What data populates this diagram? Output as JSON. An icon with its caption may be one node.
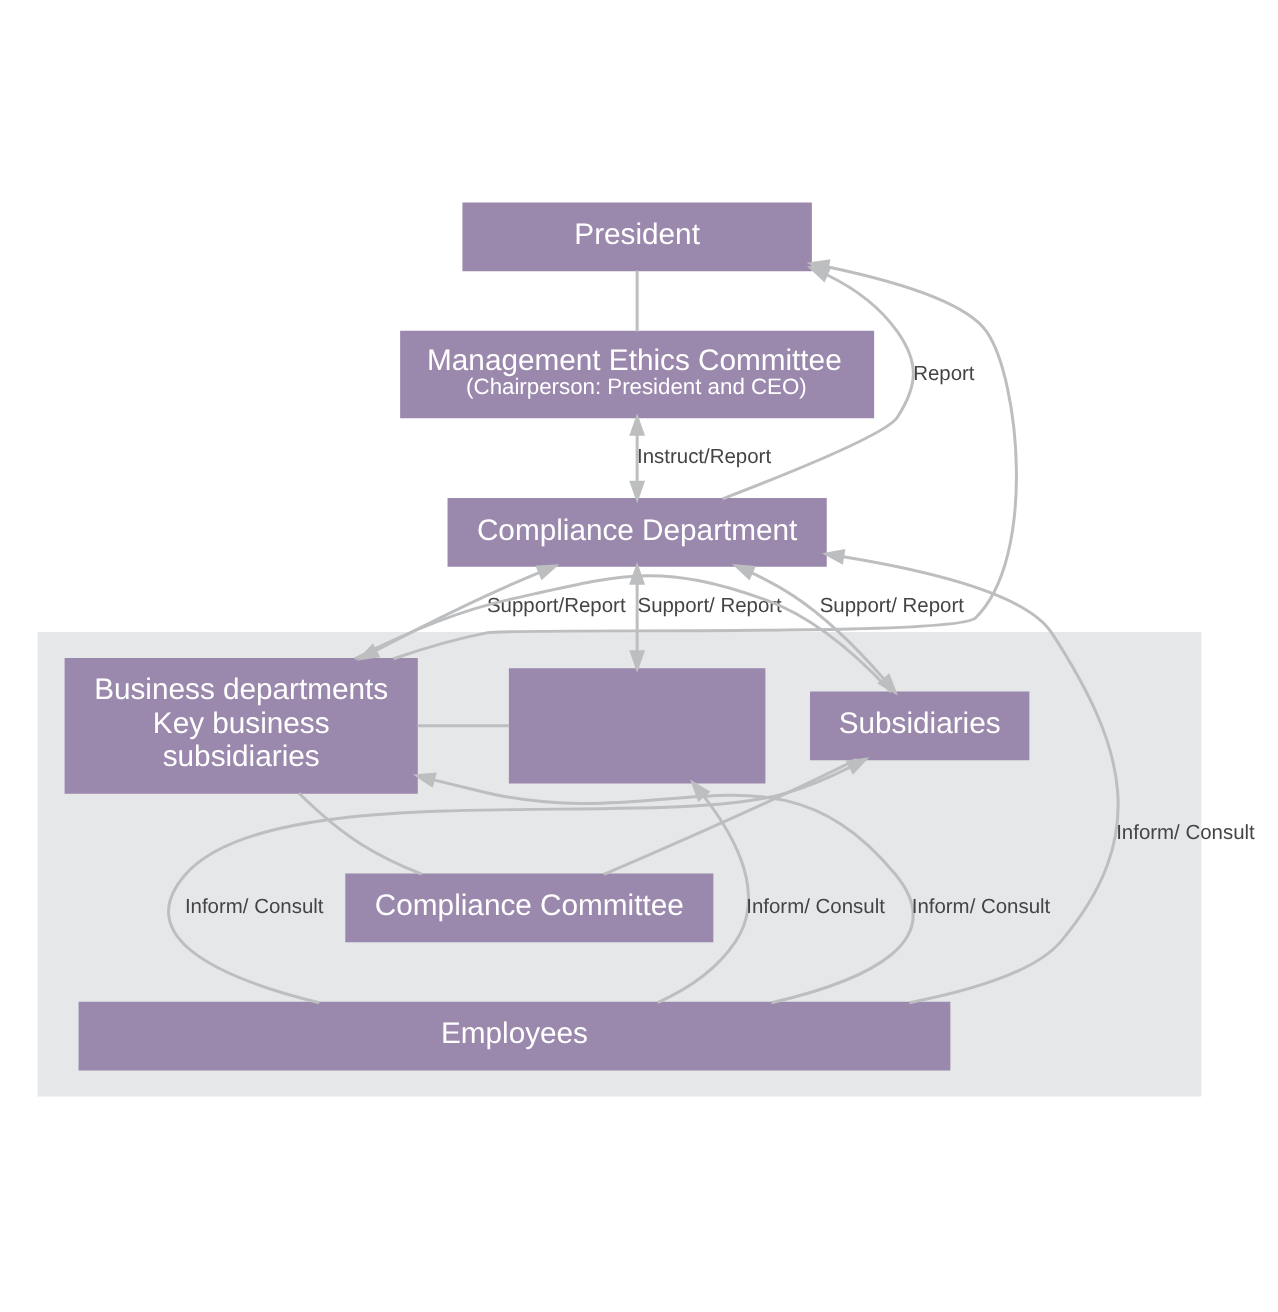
{
  "diagram": {
    "nodes": [
      {
        "text": [
          "President"
        ]
      },
      {
        "text": [
          "Management Ethics Committee",
          "(Chairperson: President and CEO)"
        ]
      },
      {
        "text": [
          "Compliance Department"
        ]
      },
      {
        "text": [],
        "shape": "box"
      },
      {
        "text": [
          "Business departments Key business subsidiaries"
        ],
        "in": 3
      },
      {
        "text": [],
        "shape": "box",
        "in": 3
      },
      {
        "text": [
          "Subsidiaries"
        ],
        "in": 3
      },
      {
        "text": [
          "Compliance Committee"
        ],
        "in": 3
      },
      {
        "text": [
          "Employees"
        ],
        "in": 3
      }
    ],
    "edges": [
      {
        "from": 0,
        "to": 1,
        "arrow": "none"
      },
      {
        "from": 1,
        "to": 2,
        "arrow": "both",
        "label": "Instruct/Report"
      },
      {
        "from": 2,
        "to": 0,
        "arrow": "to",
        "label": "Report"
      },
      {
        "from": 4,
        "to": 0,
        "arrow": "to"
      },
      {
        "from": 2,
        "to": 5,
        "arrow": "both",
        "label": "Support/ Report"
      },
      {
        "from": 2,
        "to": 4,
        "arrow": "both",
        "label": "Support/Report"
      },
      {
        "from": 2,
        "to": 6,
        "arrow": "both",
        "label": "Support/ Report"
      },
      {
        "from": 5,
        "to": 4,
        "arrow": "none"
      },
      {
        "from": 4,
        "to": 6,
        "arrow": "none"
      },
      {
        "from": 4,
        "to": 7,
        "arrow": "none"
      },
      {
        "from": 6,
        "to": 7,
        "arrow": "none"
      },
      {
        "from": 8,
        "to": 5,
        "arrow": "to",
        "label": "Inform/ Consult"
      },
      {
        "from": 8,
        "to": 2,
        "arrow": "to",
        "label": "Inform/ Consult"
      },
      {
        "from": 8,
        "to": 4,
        "arrow": "to",
        "label": "Inform/ Consult"
      },
      {
        "from": 8,
        "to": 6,
        "arrow": "to",
        "label": "Inform/ Consult"
      }
    ]
  }
}
